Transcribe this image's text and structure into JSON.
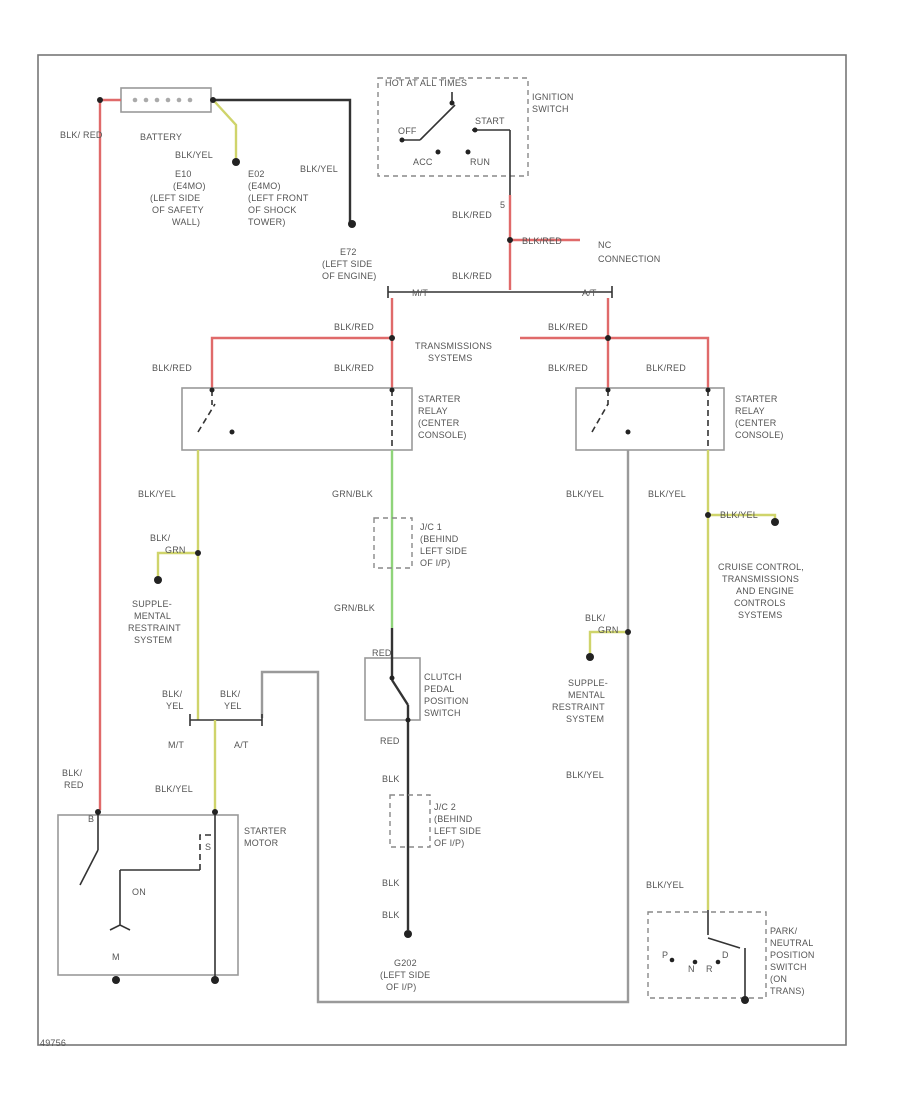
{
  "colors": {
    "red": "#e06a6a",
    "yellow": "#cfd46b",
    "green": "#8fd47a",
    "black": "#333333",
    "gray": "#9a9a9a"
  },
  "labels": {
    "battery": "BATTERY",
    "blk_red_left": "BLK/ RED",
    "blk_yel_batt": "BLK/YEL",
    "e10": [
      "E10",
      "(E4MO)",
      "(LEFT SIDE",
      "OF SAFETY",
      "WALL)"
    ],
    "e02": [
      "E02",
      "(E4MO)",
      "(LEFT FRONT",
      "OF SHOCK",
      "TOWER)"
    ],
    "blk_yel_e02": "BLK/YEL",
    "hot_at_all_times": "HOT AT ALL TIMES",
    "ignition_switch": [
      "IGNITION",
      "SWITCH"
    ],
    "off": "OFF",
    "start": "START",
    "acc": "ACC",
    "run": "RUN",
    "pin_5": "5",
    "blk_red_1": "BLK/RED",
    "blk_red_nc": "BLK/RED",
    "nc_connection": [
      "NC",
      "CONNECTION"
    ],
    "blk_red_2": "BLK/RED",
    "e72": [
      "E72",
      "(LEFT SIDE",
      "OF ENGINE)"
    ],
    "mt_top": "M/T",
    "at_top": "A/T",
    "blk_red_mt": "BLK/RED",
    "blk_red_at": "BLK/RED",
    "transmission_systems": [
      "TRANSMISSIONS",
      "SYSTEMS"
    ],
    "blk_red_r1a": "BLK/RED",
    "blk_red_r1b": "BLK/RED",
    "blk_red_r2a": "BLK/RED",
    "blk_red_r2b": "BLK/RED",
    "starter_relay": [
      "STARTER",
      "RELAY",
      "(CENTER",
      "CONSOLE)"
    ],
    "starter_relay_2": [
      "STARTER",
      "RELAY",
      "(CENTER",
      "CONSOLE)"
    ],
    "blk_yel_r1": "BLK/YEL",
    "grn_blk_1": "GRN/BLK",
    "blk_yel_r2a": "BLK/YEL",
    "blk_yel_r2b": "BLK/YEL",
    "blk_grn_left": [
      "BLK/",
      "GRN"
    ],
    "supplemental_left": [
      "SUPPLE-",
      "MENTAL",
      "RESTRAINT",
      "SYSTEM"
    ],
    "jc1": [
      "J/C 1",
      "(BEHIND",
      "LEFT SIDE",
      "OF I/P)"
    ],
    "grn_blk_2": "GRN/BLK",
    "blk_yel_cc": "BLK/YEL",
    "cruise_control": [
      "CRUISE CONTROL,",
      "TRANSMISSIONS",
      "AND ENGINE",
      "CONTROLS",
      "SYSTEMS"
    ],
    "blk_grn_right": [
      "BLK/",
      "GRN"
    ],
    "supplemental_right": [
      "SUPPLE-",
      "MENTAL",
      "RESTRAINT",
      "SYSTEM"
    ],
    "red_top": "RED",
    "clutch_switch": [
      "CLUTCH",
      "PEDAL",
      "POSITION",
      "SWITCH"
    ],
    "red_bot": "RED",
    "blk_yel_mt": [
      "BLK/",
      "YEL"
    ],
    "blk_yel_at": [
      "BLK/",
      "YEL"
    ],
    "mt_bot": "M/T",
    "at_bot": "A/T",
    "blk_1": "BLK",
    "jc2": [
      "J/C 2",
      "(BEHIND",
      "LEFT SIDE",
      "OF I/P)"
    ],
    "blk_2": "BLK",
    "blk_3": "BLK",
    "blk_red_starter": [
      "BLK/",
      "RED"
    ],
    "blk_yel_starter": "BLK/YEL",
    "starter_motor": [
      "STARTER",
      "MOTOR"
    ],
    "on": "ON",
    "s_lbl": "S",
    "m_lbl": "M",
    "b_lbl": "B",
    "blk_yel_right_long": "BLK/YEL",
    "g202": [
      "G202",
      "(LEFT SIDE",
      "OF I/P)"
    ],
    "blk_yel_park": "BLK/YEL",
    "park_neutral": [
      "PARK/",
      "NEUTRAL",
      "POSITION",
      "SWITCH",
      "(ON",
      "TRANS)"
    ],
    "pn_p": "P",
    "pn_n": "N",
    "pn_r": "R",
    "pn_d": "D",
    "footer_code": "49756"
  }
}
